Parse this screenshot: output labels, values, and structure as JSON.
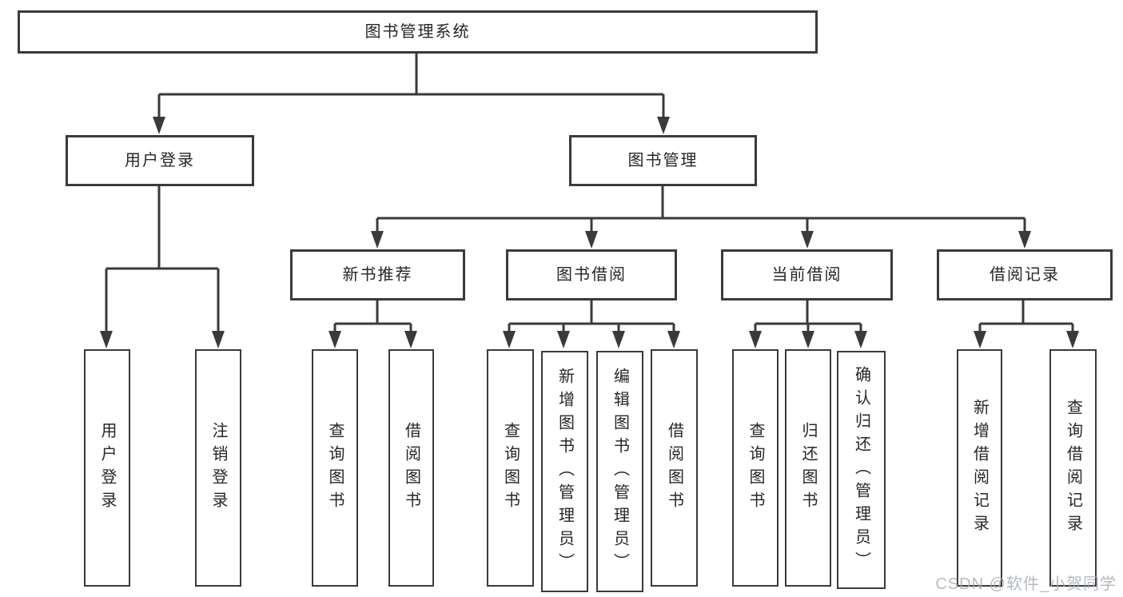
{
  "chart_data": {
    "type": "tree",
    "title": "图书管理系统",
    "orientation": "top-down",
    "nodes": [
      {
        "id": "root",
        "label": "图书管理系统",
        "parent": null
      },
      {
        "id": "login",
        "label": "用户登录",
        "parent": "root"
      },
      {
        "id": "mgmt",
        "label": "图书管理",
        "parent": "root"
      },
      {
        "id": "login-do",
        "label": "用户登录",
        "parent": "login"
      },
      {
        "id": "logout",
        "label": "注销登录",
        "parent": "login"
      },
      {
        "id": "new-rec",
        "label": "新书推荐",
        "parent": "mgmt"
      },
      {
        "id": "borrow",
        "label": "图书借阅",
        "parent": "mgmt"
      },
      {
        "id": "current",
        "label": "当前借阅",
        "parent": "mgmt"
      },
      {
        "id": "records",
        "label": "借阅记录",
        "parent": "mgmt"
      },
      {
        "id": "rec-query",
        "label": "查询图书",
        "parent": "new-rec"
      },
      {
        "id": "rec-borrow",
        "label": "借阅图书",
        "parent": "new-rec"
      },
      {
        "id": "bor-query",
        "label": "查询图书",
        "parent": "borrow"
      },
      {
        "id": "bor-add",
        "label": "新增图书（管理员）",
        "parent": "borrow"
      },
      {
        "id": "bor-edit",
        "label": "编辑图书（管理员）",
        "parent": "borrow"
      },
      {
        "id": "bor-borrow",
        "label": "借阅图书",
        "parent": "borrow"
      },
      {
        "id": "cur-query",
        "label": "查询图书",
        "parent": "current"
      },
      {
        "id": "cur-return",
        "label": "归还图书",
        "parent": "current"
      },
      {
        "id": "cur-confirm",
        "label": "确认归还（管理员）",
        "parent": "current"
      },
      {
        "id": "rec-add",
        "label": "新增借阅记录",
        "parent": "records"
      },
      {
        "id": "rec2-query",
        "label": "查询借阅记录",
        "parent": "records"
      }
    ]
  },
  "watermark": "CSDN @软件_小贺同学",
  "colors": {
    "line": "#3a3a3a",
    "box_border": "#3a3a3a",
    "box_background": "#ffffff",
    "text": "#262626",
    "watermark_text": "#a9aeb4"
  }
}
